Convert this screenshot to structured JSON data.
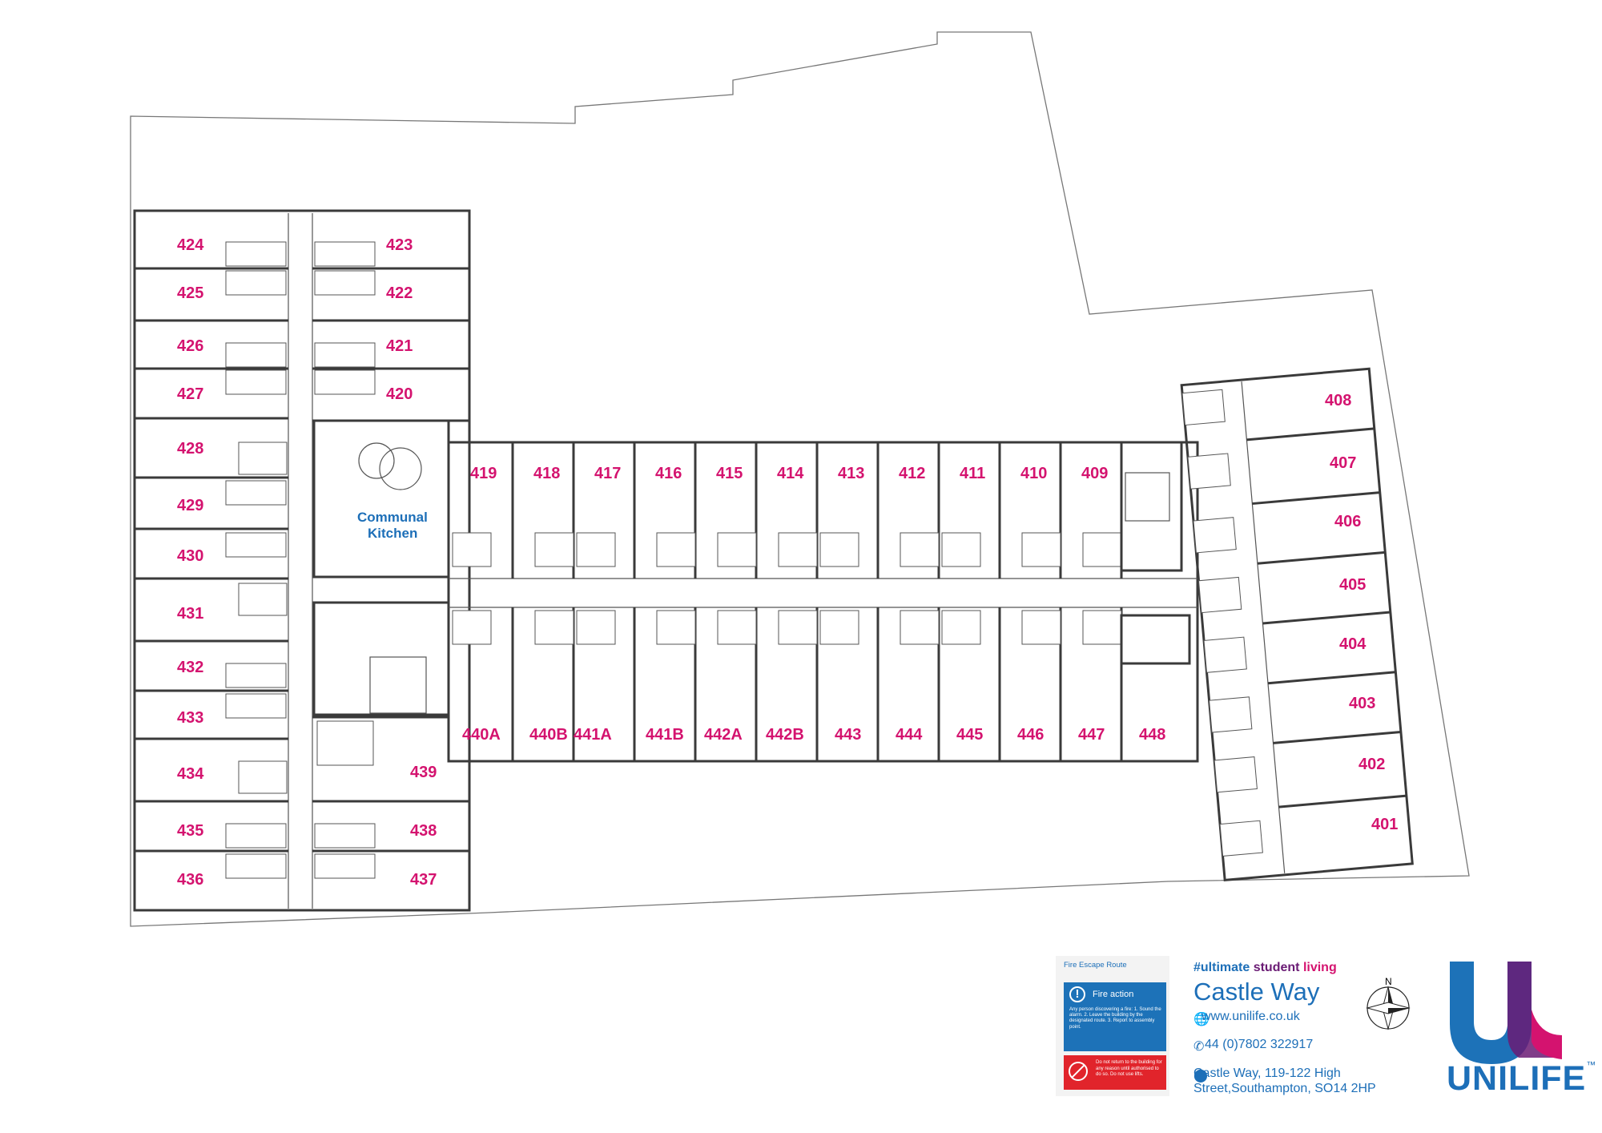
{
  "rooms": {
    "r424": "424",
    "r423": "423",
    "r425": "425",
    "r422": "422",
    "r426": "426",
    "r421": "421",
    "r427": "427",
    "r420": "420",
    "r428": "428",
    "r429": "429",
    "r430": "430",
    "r431": "431",
    "r432": "432",
    "r433": "433",
    "r434": "434",
    "r435": "435",
    "r436": "436",
    "r439": "439",
    "r438": "438",
    "r437": "437",
    "r419": "419",
    "r418": "418",
    "r417": "417",
    "r416": "416",
    "r415": "415",
    "r414": "414",
    "r413": "413",
    "r412": "412",
    "r411": "411",
    "r410": "410",
    "r409": "409",
    "r440A": "440A",
    "r440B": "440B",
    "r441A": "441A",
    "r441B": "441B",
    "r442A": "442A",
    "r442B": "442B",
    "r443": "443",
    "r444": "444",
    "r445": "445",
    "r446": "446",
    "r447": "447",
    "r448": "448",
    "r408": "408",
    "r407": "407",
    "r406": "406",
    "r405": "405",
    "r404": "404",
    "r403": "403",
    "r402": "402",
    "r401": "401"
  },
  "kitchen": {
    "line1": "Communal",
    "line2": "Kitchen"
  },
  "fire": {
    "route_title": "Fire Escape Route",
    "action_title": "Fire action",
    "action_text": "Any person discovering a fire: 1. Sound the alarm. 2. Leave the building by the designated route. 3. Report to assembly point.",
    "warning_text": "Do not return to the building for any reason until authorised to do so. Do not use lifts."
  },
  "info": {
    "tag_1": "#ultimate",
    "tag_2": "student",
    "tag_3": "living",
    "title": "Castle Way",
    "website": "www.unilife.co.uk",
    "phone": "44 (0)7802 322917",
    "address": "Castle Way, 119-122 High Street,Southampton, SO14 2HP"
  },
  "compass": {
    "label": "N"
  },
  "logo": {
    "word": "UNILIFE",
    "tm": "™"
  },
  "colors": {
    "room_label": "#d4136f",
    "brand_blue": "#1d6fb8",
    "brand_purple": "#6a1b74",
    "fire_blue": "#1d72b8",
    "fire_red": "#e1242b"
  }
}
